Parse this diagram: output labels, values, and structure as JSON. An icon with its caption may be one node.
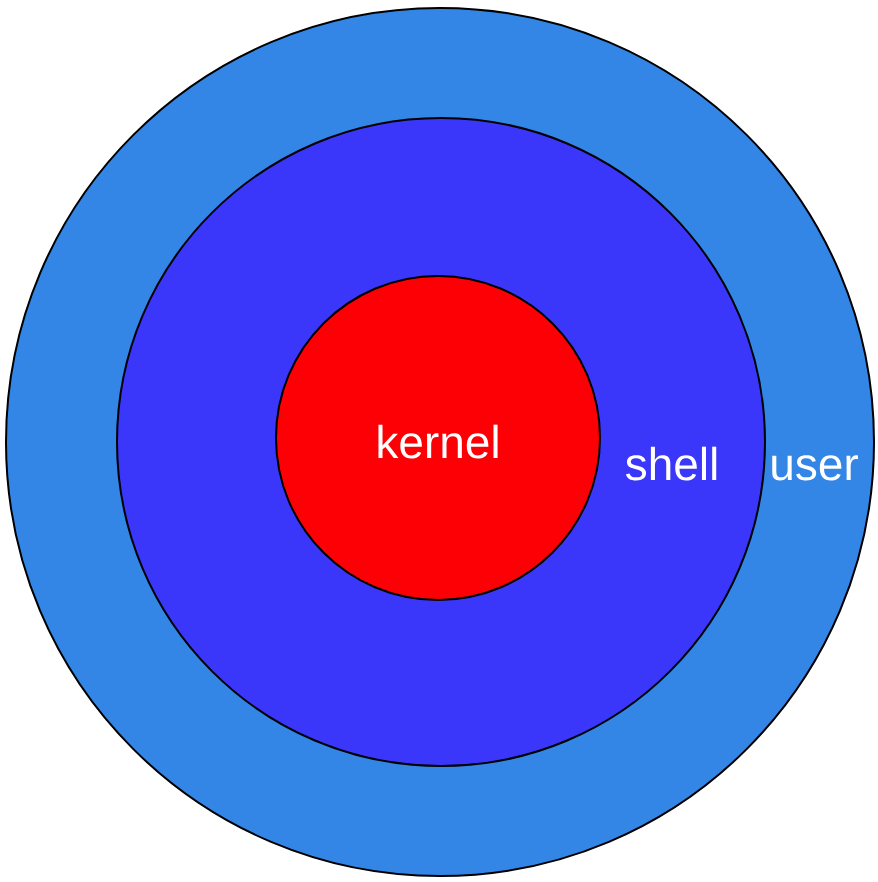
{
  "diagram": {
    "nodes": [
      {
        "text": [
          "user"
        ]
      },
      {
        "text": [
          "shell"
        ],
        "in": 0
      },
      {
        "text": [
          "kernel"
        ],
        "in": 1
      }
    ]
  }
}
